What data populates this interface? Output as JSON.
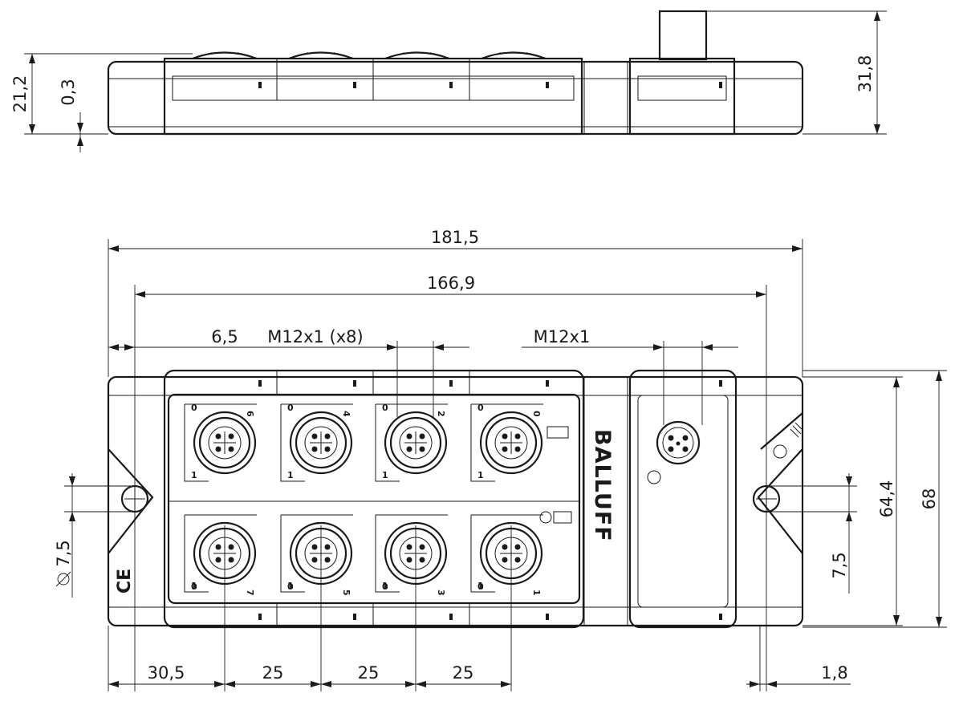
{
  "brand": "BALLUFF",
  "ce_mark": "CE",
  "dimensions": {
    "overall_length": "181,5",
    "hole_spacing": "166,9",
    "edge_offset": "6,5",
    "port_thread": "M12x1 (x8)",
    "bus_thread": "M12x1",
    "overall_width": "68",
    "hole_center_width": "64,4",
    "hole_diameter": "7,5",
    "hole_offset": "7,5",
    "first_port_offset": "30,5",
    "port_pitch_1": "25",
    "port_pitch_2": "25",
    "port_pitch_3": "25",
    "flange_offset": "1,8",
    "body_height": "21,2",
    "base_offset": "0,3",
    "total_height": "31,8"
  },
  "port_labels": {
    "top": [
      "0",
      "6",
      "0",
      "4",
      "0",
      "2",
      "0",
      "0"
    ],
    "bottom": [
      "0",
      "7",
      "0",
      "5",
      "0",
      "3",
      "0",
      "1"
    ],
    "pin": "1"
  }
}
